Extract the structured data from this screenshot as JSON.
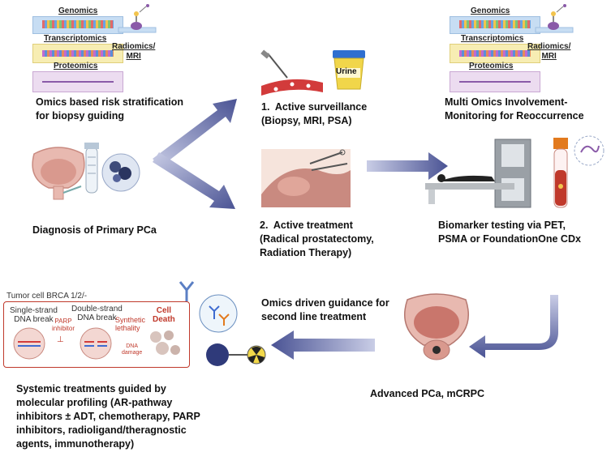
{
  "colors": {
    "arrow": "#4a5394",
    "arrow_light": "#c9cde6",
    "genomics_band": "#c7ddf3",
    "transcriptomics_band": "#f7edb3",
    "proteomics_band": "#ecdcf0",
    "red_accent": "#c0392b",
    "tissue_pink": "#e8b9b0"
  },
  "top_left": {
    "genomics": "Genomics",
    "transcriptomics": "Transcriptomics",
    "proteomics": "Proteomics",
    "radiomics": "Radiomics/\nMRI",
    "caption": "Omics based risk stratification\nfor biopsy guiding"
  },
  "top_right": {
    "genomics": "Genomics",
    "transcriptomics": "Transcriptomics",
    "proteomics": "Proteomics",
    "radiomics": "Radiomics/\nMRI",
    "caption": "Multi Omics Involvement-\nMonitoring for Reoccurrence"
  },
  "surveillance": {
    "urine_label": "Urine",
    "caption": "1.  Active surveillance\n(Biopsy, MRI, PSA)"
  },
  "diagnosis": {
    "caption": "Diagnosis of Primary PCa"
  },
  "treatment": {
    "caption": "2.  Active treatment\n(Radical prostatectomy,\nRadiation Therapy)"
  },
  "biomarker": {
    "caption": "Biomarker testing via PET,\nPSMA or FoundationOne CDx"
  },
  "advanced": {
    "caption": "Advanced PCa, mCRPC"
  },
  "omics_guidance": {
    "caption": "Omics driven guidance for\nsecond line treatment"
  },
  "parp_box": {
    "title": "Tumor cell BRCA 1/2/-",
    "single_strand": "Single-strand\nDNA break",
    "parp_inhibitor": "PARP\ninhibitor",
    "double_strand": "Double-strand\nDNA break",
    "synthetic_lethality": "Synthetic\nlethality",
    "dna_damage": "DNA\ndamage",
    "cell_death": "Cell\nDeath"
  },
  "systemic": {
    "caption": "Systemic treatments guided by\nmolecular profiling (AR-pathway\ninhibitors ± ADT, chemotherapy, PARP\ninhibitors, radioligand/theragnostic\nagents, immunotherapy)"
  }
}
